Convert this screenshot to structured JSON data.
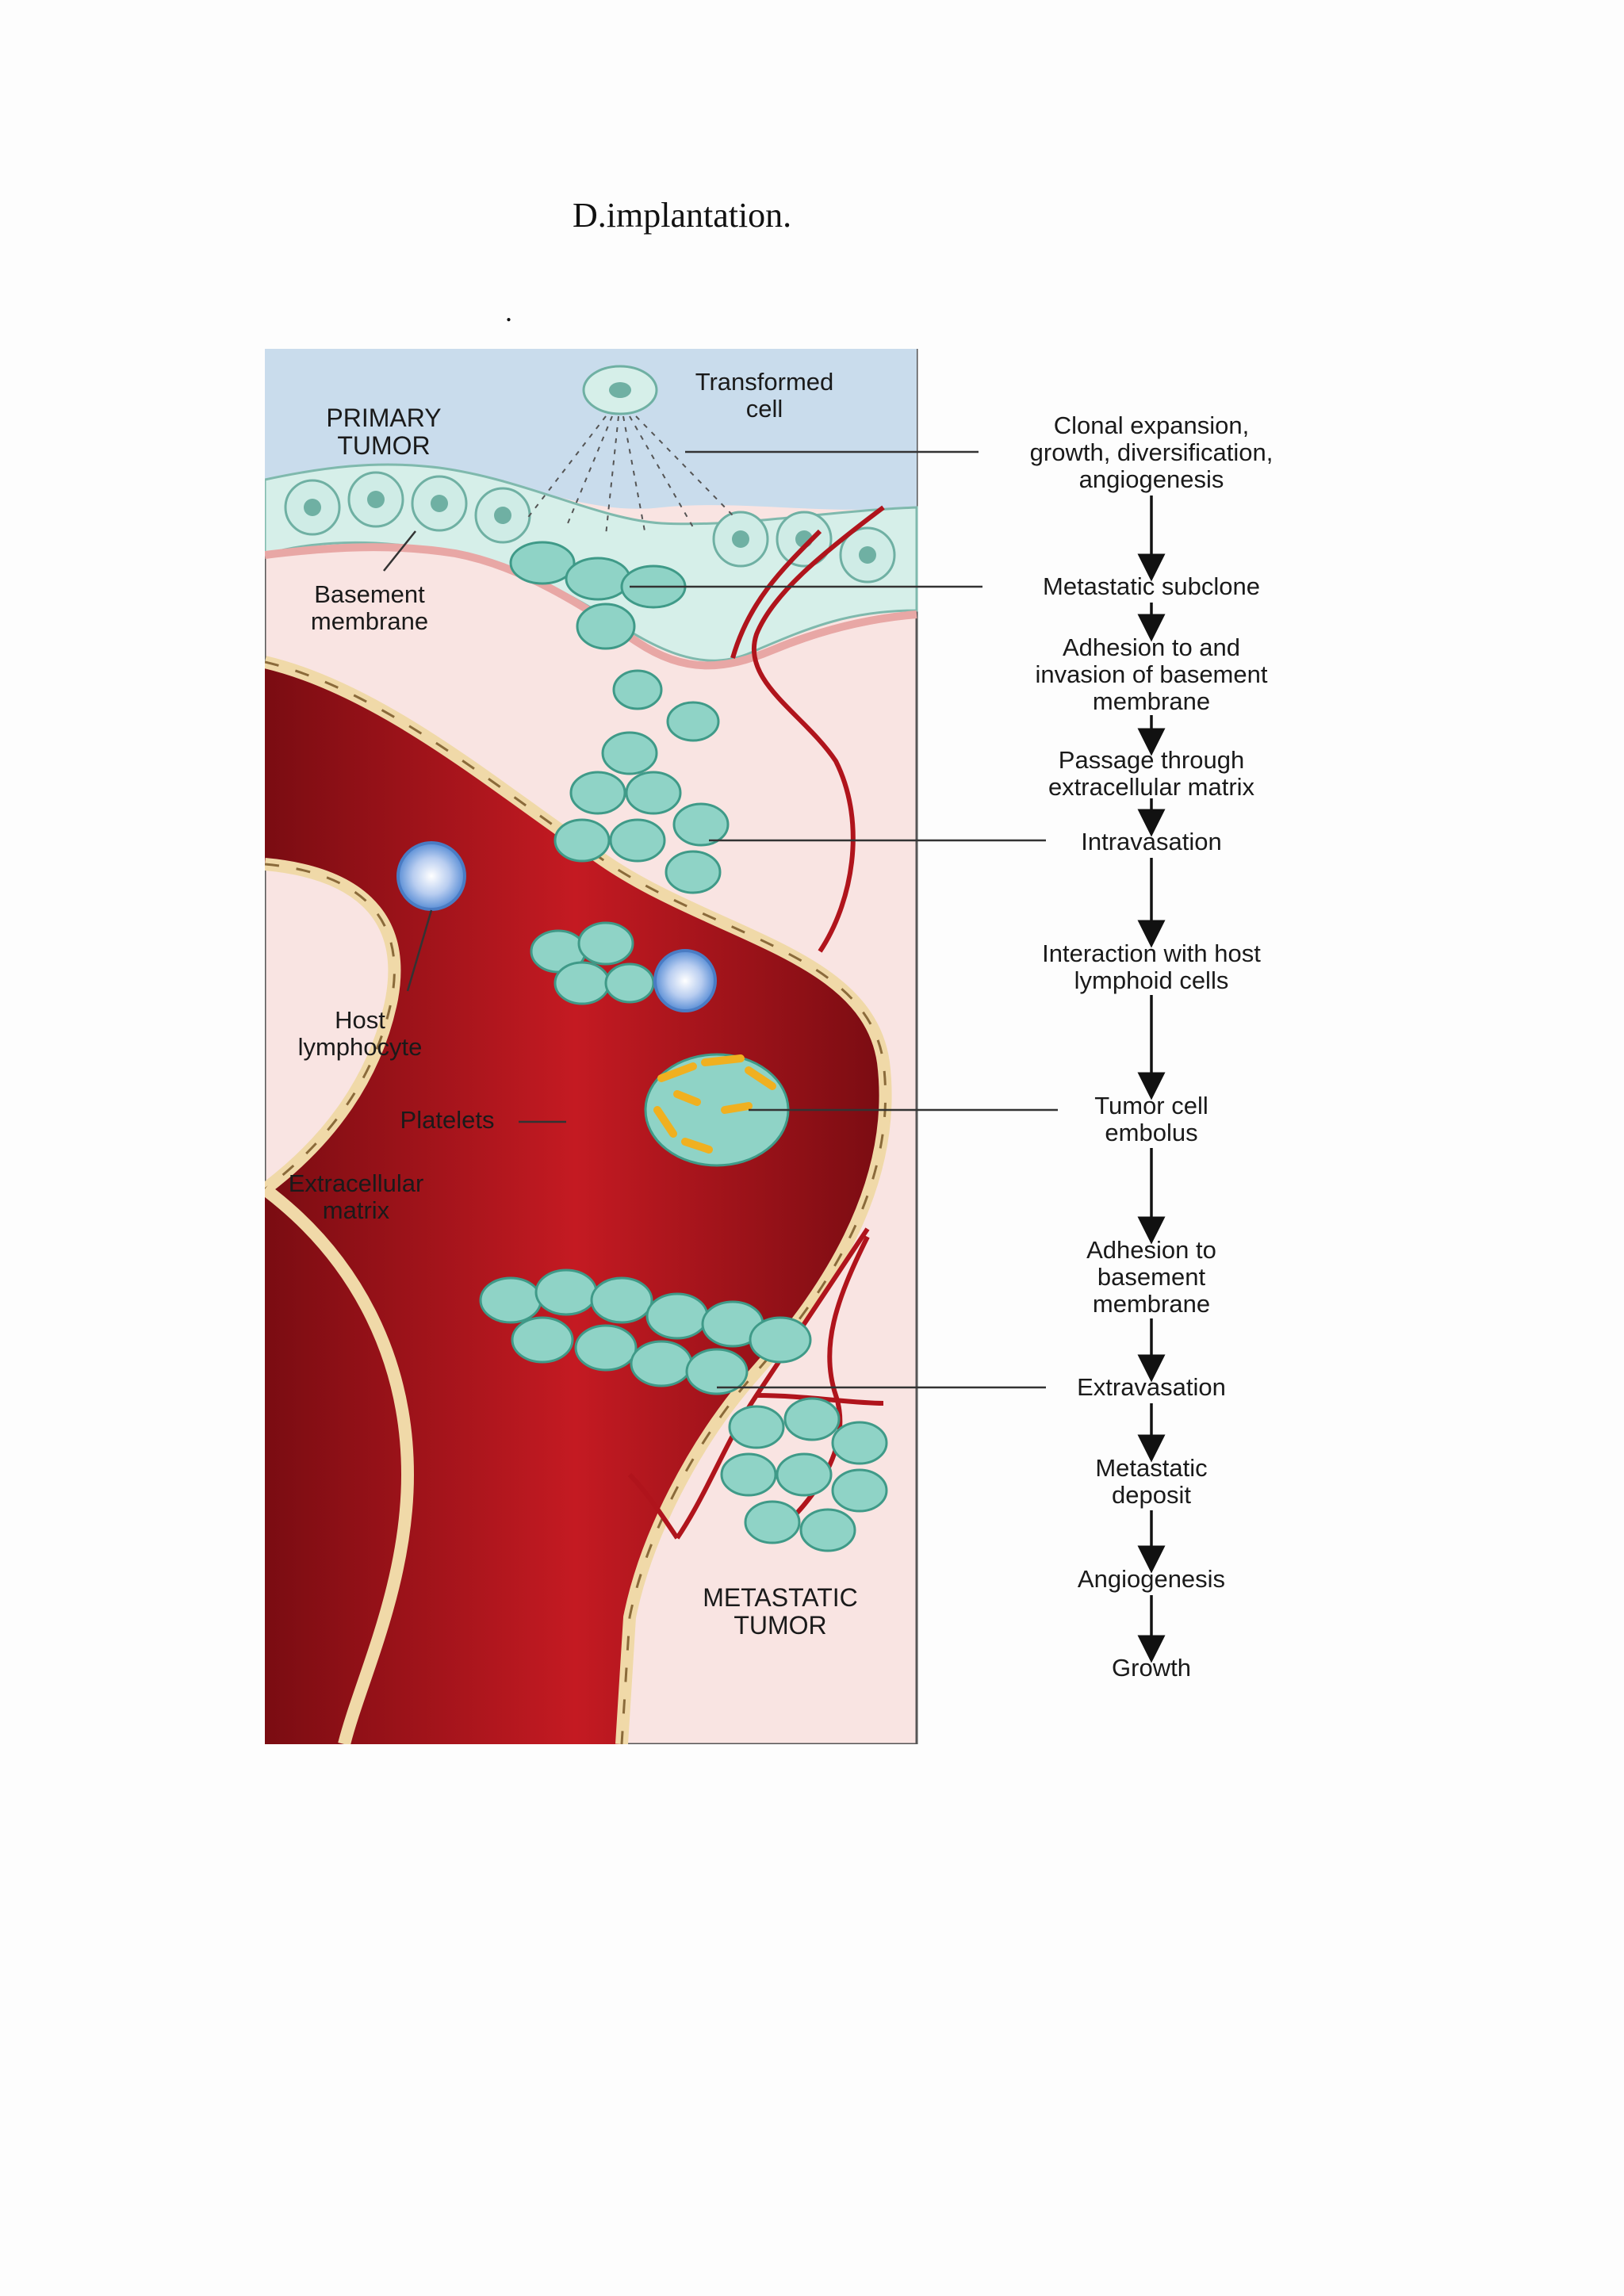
{
  "page": {
    "heading": "D.implantation.",
    "dot": "."
  },
  "figure": {
    "panel_labels": {
      "primary_tumor": "PRIMARY\nTUMOR",
      "transformed_cell": "Transformed\ncell",
      "basement_membrane": "Basement\nmembrane",
      "host_lymphocyte": "Host\nlymphocyte",
      "platelets": "Platelets",
      "extracellular_matrix": "Extracellular\nmatrix",
      "metastatic_tumor": "METASTATIC\nTUMOR"
    },
    "steps": [
      "Clonal expansion,\ngrowth, diversification,\nangiogenesis",
      "Metastatic subclone",
      "Adhesion to and\ninvasion of basement\nmembrane",
      "Passage through\nextracellular matrix",
      "Intravasation",
      "Interaction with host\nlymphoid cells",
      "Tumor cell\nembolus",
      "Adhesion to\nbasement\nmembrane",
      "Extravasation",
      "Metastatic\ndeposit",
      "Angiogenesis",
      "Growth"
    ],
    "colors": {
      "vessel": "#b0141c",
      "vessel_dark": "#7a0c12",
      "vessel_wall": "#f0d9a8",
      "tissue": "#f9e4e2",
      "tumor_cell": "#8fd3c6",
      "tumor_nucleus": "#3f9a88",
      "sky": "#c9dcec",
      "platelet": "#f0b020",
      "lymphocyte": "#5b8fd6"
    }
  }
}
